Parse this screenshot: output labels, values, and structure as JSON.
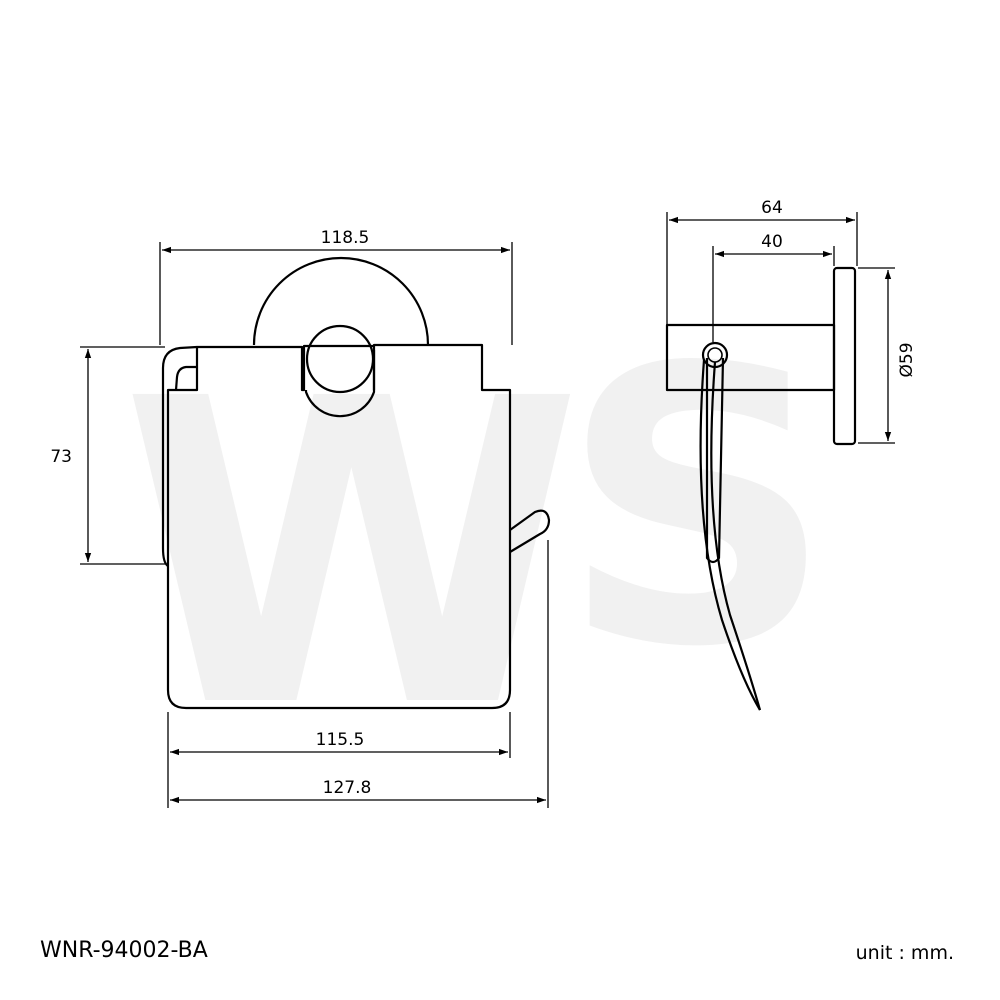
{
  "front_view": {
    "dim_top": "118.5",
    "dim_left": "73",
    "dim_bottom_inner": "115.5",
    "dim_bottom_outer": "127.8"
  },
  "side_view": {
    "dim_top_outer": "64",
    "dim_top_inner": "40",
    "dim_diameter": "Ø59"
  },
  "footer": {
    "model_code": "WNR-94002-BA",
    "unit_label": "unit : mm."
  },
  "colors": {
    "line": "#000000",
    "watermark": "#f1f1f1",
    "background": "#ffffff"
  }
}
